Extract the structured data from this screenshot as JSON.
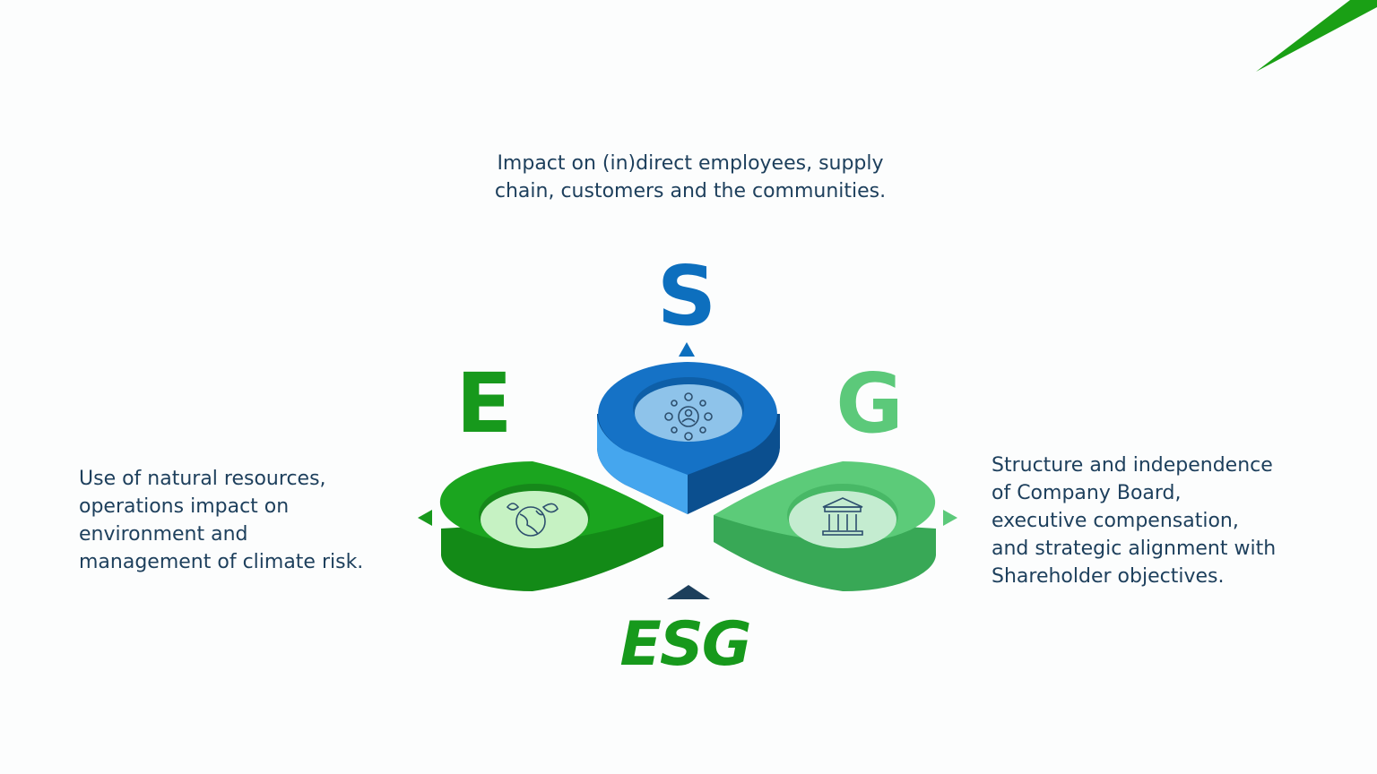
{
  "diagram": {
    "social": {
      "letter": "S",
      "description_lines": [
        "Impact on (in)direct employees, supply",
        "chain, customers and the communities."
      ],
      "icon": "people-network-icon",
      "color": "#0d6fbe"
    },
    "environmental": {
      "letter": "E",
      "description_lines": [
        "Use of natural resources,",
        "operations impact on",
        "environment and",
        "management of climate risk."
      ],
      "icon": "globe-leaf-icon",
      "color": "#17991c"
    },
    "governance": {
      "letter": "G",
      "description_lines": [
        "Structure and independence",
        "of Company Board,",
        "executive compensation,",
        "and strategic alignment with",
        "Shareholder objectives."
      ],
      "icon": "building-columns-icon",
      "color": "#5cc97a"
    },
    "center_label": "ESG",
    "center_label_color": "#17991c",
    "text_color": "#1d3f5c",
    "accent_color": "#1aa015"
  }
}
